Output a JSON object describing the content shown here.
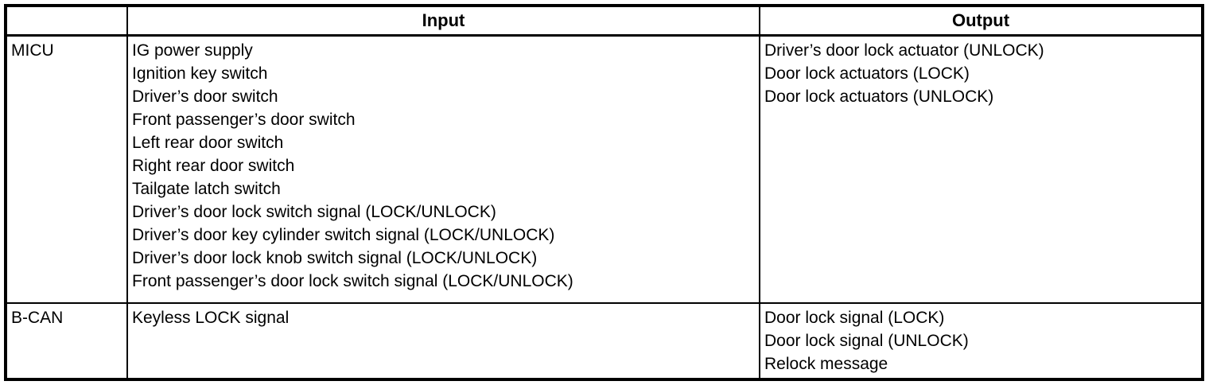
{
  "colors": {
    "background": "#ffffff",
    "border": "#000000",
    "text": "#000000"
  },
  "table": {
    "columns": [
      {
        "label": ""
      },
      {
        "label": "Input"
      },
      {
        "label": "Output"
      }
    ],
    "rows": [
      {
        "device": "MICU",
        "inputs": [
          "IG power supply",
          "Ignition key switch",
          "Driver’s door switch",
          "Front passenger’s door switch",
          "Left rear door switch",
          "Right rear door switch",
          "Tailgate latch switch",
          "Driver’s door lock switch signal (LOCK/UNLOCK)",
          "Driver’s door key cylinder switch signal (LOCK/UNLOCK)",
          "Driver’s door lock knob switch signal (LOCK/UNLOCK)",
          "Front passenger’s door lock switch signal (LOCK/UNLOCK)"
        ],
        "outputs": [
          "Driver’s door lock actuator (UNLOCK)",
          "Door lock actuators (LOCK)",
          "Door lock actuators (UNLOCK)"
        ]
      },
      {
        "device": "B-CAN",
        "inputs": [
          "Keyless LOCK signal"
        ],
        "outputs": [
          "Door lock signal (LOCK)",
          "Door lock signal (UNLOCK)",
          "Relock message"
        ]
      }
    ]
  }
}
